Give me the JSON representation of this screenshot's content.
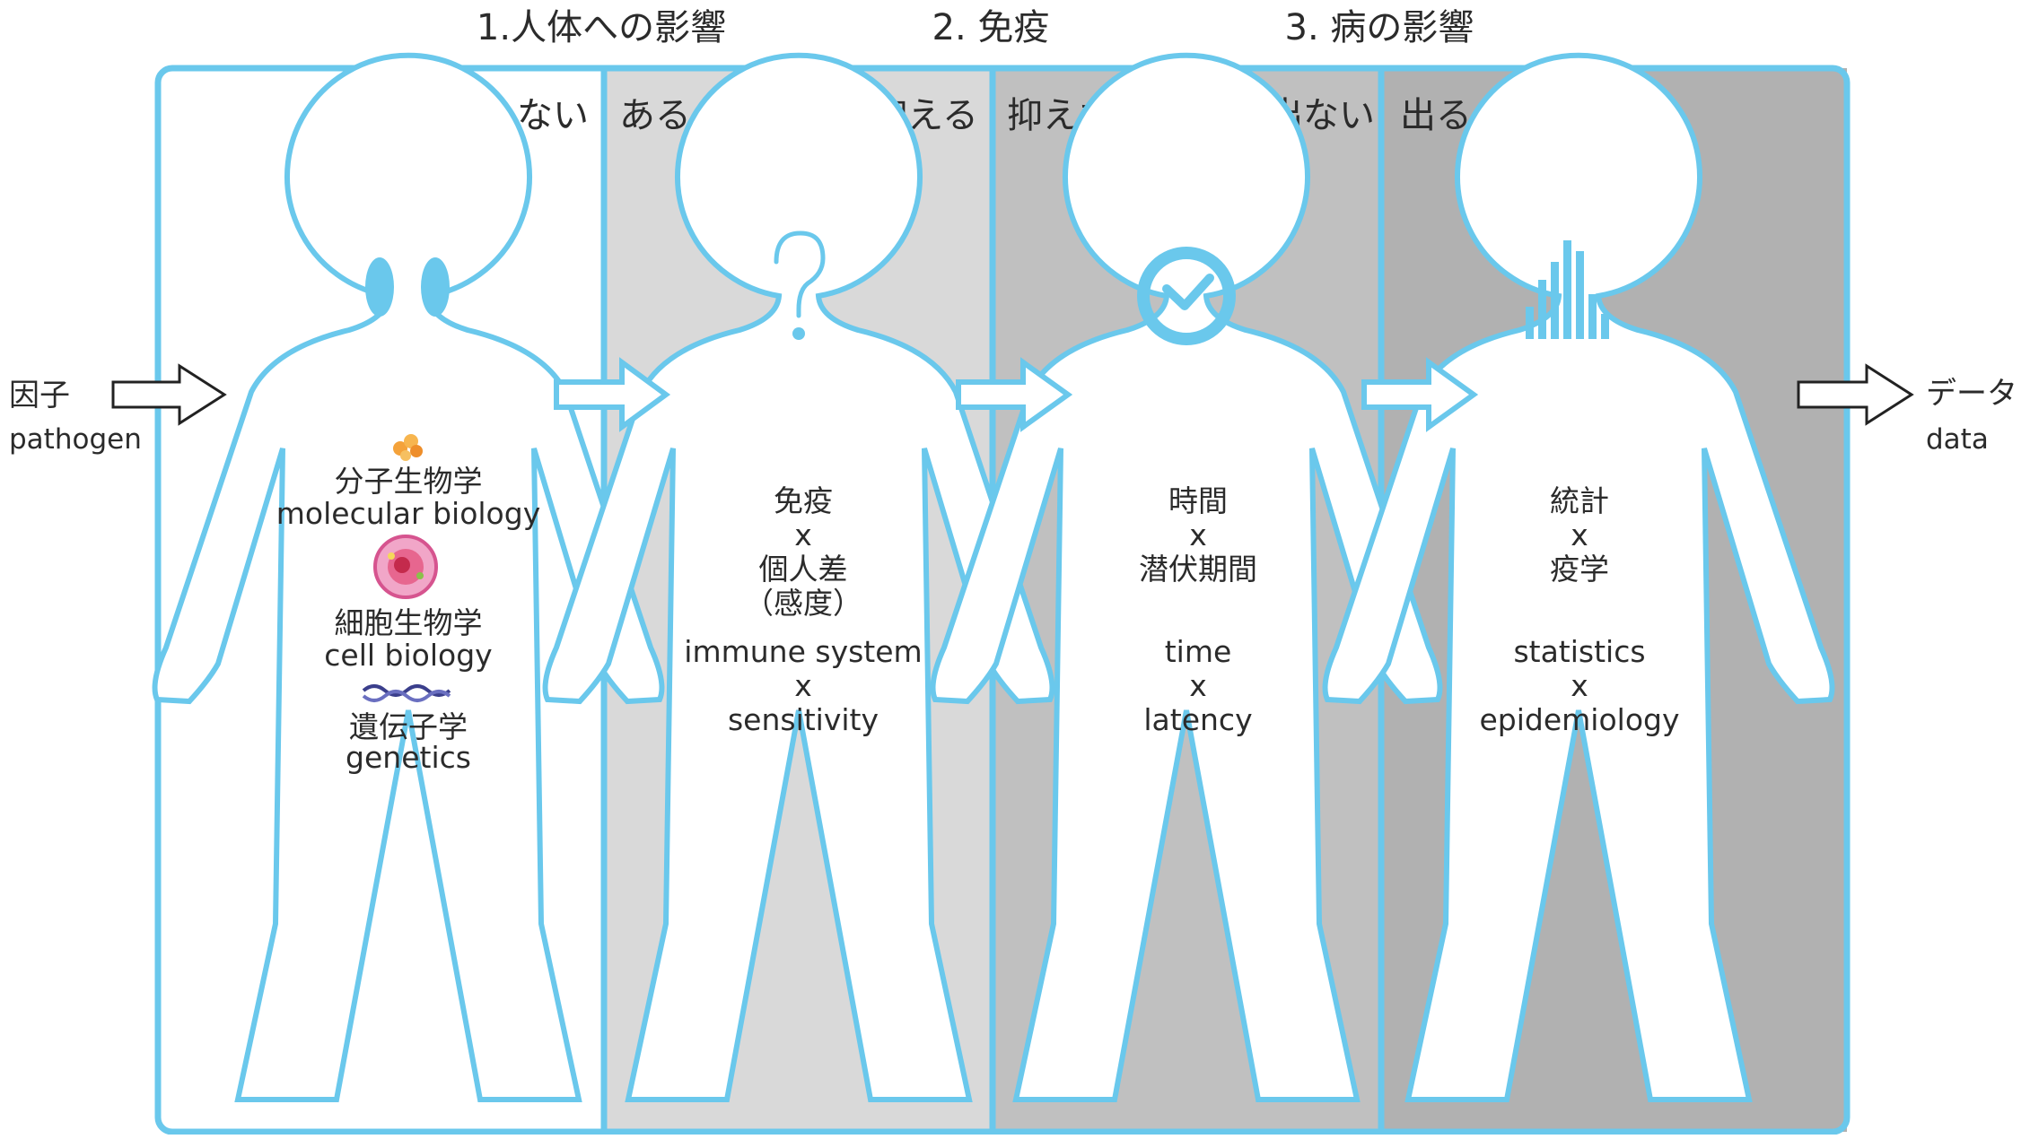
{
  "stages": [
    {
      "label": "1.人体への影響"
    },
    {
      "label": "2. 免疫"
    },
    {
      "label": "3. 病の影響"
    }
  ],
  "thresholds": [
    {
      "before": "ない",
      "after": "ある"
    },
    {
      "before": "抑える",
      "after": "抑えない"
    },
    {
      "before": "出ない",
      "after": "出る"
    }
  ],
  "input": {
    "label_ja": "因子",
    "label_en": "pathogen"
  },
  "output": {
    "label_ja": "データ",
    "label_en": "data"
  },
  "figures": [
    {
      "head_icon": "eyes-icon",
      "lines": [
        {
          "icon": "molecule-icon"
        },
        {
          "text": "分子生物学"
        },
        {
          "text": "molecular biology"
        },
        {
          "icon": "cell-icon"
        },
        {
          "text": "細胞生物学"
        },
        {
          "text": "cell biology"
        },
        {
          "icon": "dna-icon"
        },
        {
          "text": "遺伝子学"
        },
        {
          "text": "genetics"
        }
      ]
    },
    {
      "head_icon": "question-mark-icon",
      "lines": [
        {
          "text": "免疫"
        },
        {
          "text": "x"
        },
        {
          "text": "個人差"
        },
        {
          "text": "（感度）"
        },
        {
          "text": "immune system"
        },
        {
          "text": "x"
        },
        {
          "text": "sensitivity"
        }
      ]
    },
    {
      "head_icon": "clock-check-icon",
      "lines": [
        {
          "text": "時間"
        },
        {
          "text": "x"
        },
        {
          "text": "潜伏期間"
        },
        {
          "text": "time"
        },
        {
          "text": "x"
        },
        {
          "text": "latency"
        }
      ]
    },
    {
      "head_icon": "histogram-icon",
      "lines": [
        {
          "text": "統計"
        },
        {
          "text": "x"
        },
        {
          "text": "疫学"
        },
        {
          "text": "statistics"
        },
        {
          "text": "x"
        },
        {
          "text": "epidemiology"
        }
      ]
    }
  ],
  "colors": {
    "outline": "#6ac8ec",
    "panel1": "#ffffff",
    "panel2": "#d9d9d9",
    "panel3": "#c0c0c0",
    "panel4": "#b1b1b1",
    "text": "#2b2b2b"
  }
}
